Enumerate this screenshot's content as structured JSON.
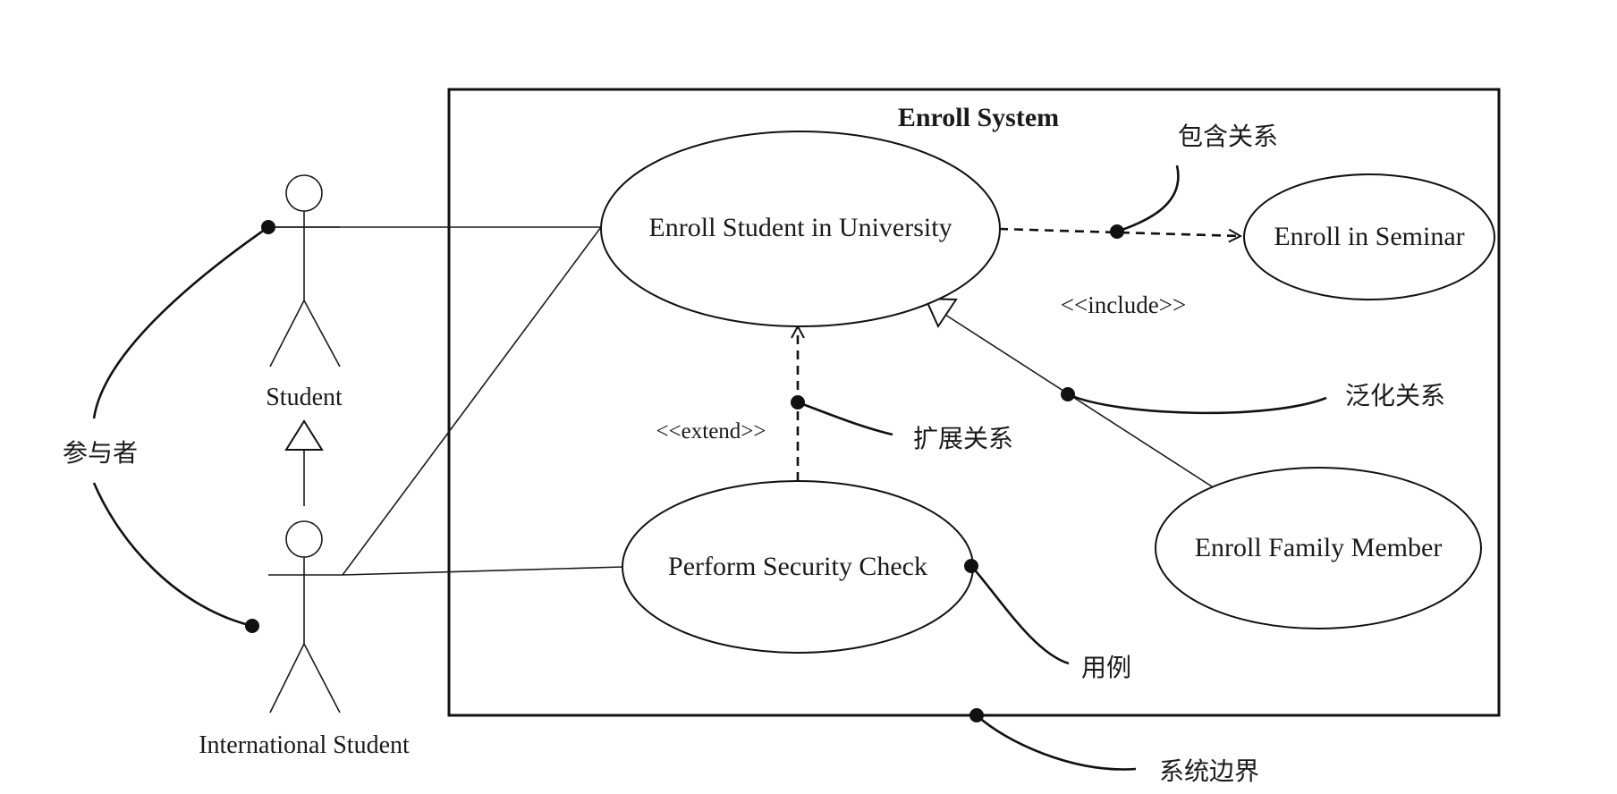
{
  "system": {
    "title": "Enroll System"
  },
  "use_cases": {
    "enroll_university": "Enroll Student in University",
    "enroll_seminar": "Enroll in Seminar",
    "security_check": "Perform Security Check",
    "family_member": "Enroll Family Member"
  },
  "actors": {
    "student": "Student",
    "international_student": "International Student"
  },
  "stereotypes": {
    "include": "<<include>>",
    "extend": "<<extend>>"
  },
  "annotations": {
    "actor": "参与者",
    "include_relation": "包含关系",
    "generalization_relation": "泛化关系",
    "extend_relation": "扩展关系",
    "use_case": "用例",
    "system_boundary": "系统边界"
  }
}
